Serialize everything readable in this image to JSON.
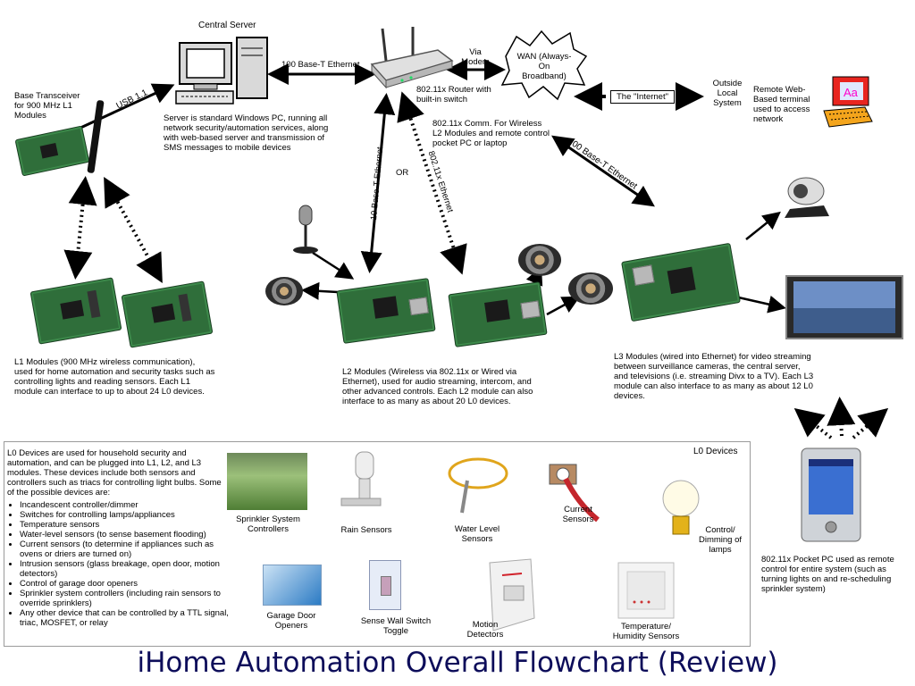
{
  "title": "iHome Automation Overall Flowchart (Review)",
  "nodes": {
    "central_server": "Central Server",
    "server_desc": "Server is standard Windows PC, running all network security/automation services, along with web-based server and transmission of SMS messages to mobile devices",
    "base_transceiver": "Base Transceiver for 900 MHz L1 Modules",
    "router": "802.11x Router with built-in switch",
    "wan": "WAN (Always-On Broadband)",
    "internet": "The \"Internet\"",
    "outside": "Outside Local System",
    "remote_terminal": "Remote Web-Based terminal used to access network",
    "wireless_comm": "802.11x Comm. For Wireless L2 Modules and remote control pocket PC or laptop",
    "or": "OR",
    "l1_desc": "L1 Modules (900 MHz wireless communication), used for home automation and security tasks such as controlling lights and reading sensors. Each L1 module can interface to up to about 24 L0 devices.",
    "l2_desc": "L2 Modules (Wireless via 802.11x or Wired via Ethernet), used for audio streaming, intercom, and other advanced controls. Each L2 module can also interface to as many as about 20 L0 devices.",
    "l3_desc": "L3 Modules (wired into Ethernet) for video streaming between surveillance cameras, the central server, and televisions (i.e. streaming Divx to a TV). Each L3 module can also interface to as many as about 12 L0 devices.",
    "pocket_pc_desc": "802.11x Pocket PC used as remote control for entire system (such as turning lights on and re-scheduling sprinkler system)"
  },
  "links": {
    "usb": "USB 1.1",
    "eth_server": "100 Base-T Ethernet",
    "via_modem": "Via Modem",
    "eth_10": "10 Base-T Ethernet",
    "eth_80211": "802.11x Ethernet",
    "eth_l3": "100 Base-T Ethernet"
  },
  "l0": {
    "box_title": "L0 Devices",
    "intro": "L0 Devices are used for household security and automation, and can be plugged into L1, L2, and L3 modules. These devices include both sensors and controllers such as triacs for controlling light bulbs.  Some of the possible devices are:",
    "bullets": [
      "Incandescent controller/dimmer",
      "Switches for controlling lamps/appliances",
      "Temperature sensors",
      "Water-level sensors (to sense basement flooding)",
      "Current sensors (to determine if appliances such as ovens or driers are turned on)",
      "Intrusion sensors (glass breakage, open door, motion detectors)",
      "Control of garage door openers",
      "Sprinkler system controllers (including rain sensors to override sprinklers)",
      "Any other device that can be controlled by a TTL signal, triac, MOSFET, or relay"
    ],
    "devices": {
      "sprinkler": "Sprinkler System Controllers",
      "rain": "Rain Sensors",
      "water": "Water Level Sensors",
      "current": "Current Sensors",
      "dimming": "Control/ Dimming of lamps",
      "garage": "Garage Door Openers",
      "switch": "Sense Wall Switch Toggle",
      "motion": "Motion Detectors",
      "temp": "Temperature/ Humidity Sensors"
    }
  },
  "colors": {
    "title": "#0d0d5a",
    "board": "#2f6e3a",
    "terminal": "#e8251f"
  }
}
